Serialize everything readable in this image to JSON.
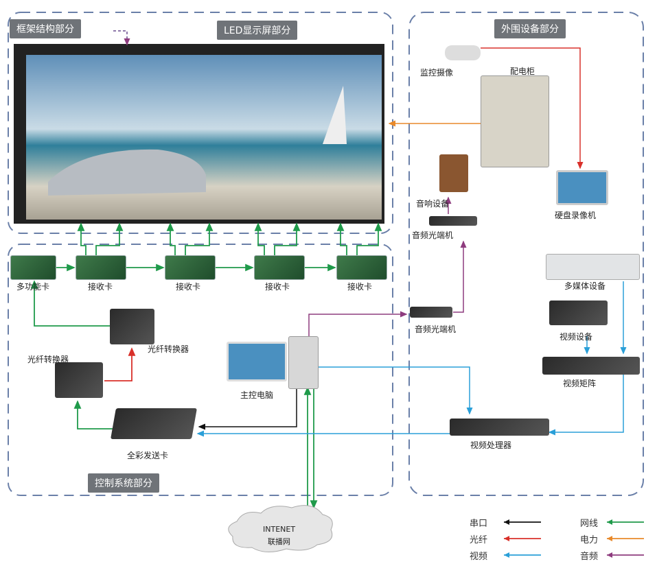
{
  "sections": {
    "frame": "框架结构部分",
    "led": "LED显示屏部分",
    "peripheral": "外围设备部分",
    "control": "控制系统部分"
  },
  "devices": {
    "camera": "监控摄像",
    "cabinet": "配电柜",
    "speaker": "音响设备",
    "audio_optical_1": "音频光端机",
    "hdd_recorder": "硬盘录像机",
    "multimedia": "多媒体设备",
    "video_device": "视频设备",
    "video_matrix": "视频矩阵",
    "audio_optical_2": "音频光端机",
    "video_processor": "视频处理器",
    "main_pc": "主控电脑",
    "sender_card": "全彩发送卡",
    "fiber_left": "光纤转换器",
    "fiber_right": "光纤转换器",
    "multifunction_card": "多功能卡",
    "receiver_cards": [
      "接收卡",
      "接收卡",
      "接收卡",
      "接收卡"
    ]
  },
  "cloud": {
    "line1": "INTENET",
    "line2": "联播网"
  },
  "legend": [
    {
      "label": "串口",
      "color": "#111111"
    },
    {
      "label": "光纤",
      "color": "#d9302a"
    },
    {
      "label": "视频",
      "color": "#2a9fd8"
    },
    {
      "label": "网线",
      "color": "#1f9a4a"
    },
    {
      "label": "电力",
      "color": "#e8892a"
    },
    {
      "label": "音频",
      "color": "#8e3b7e"
    }
  ]
}
